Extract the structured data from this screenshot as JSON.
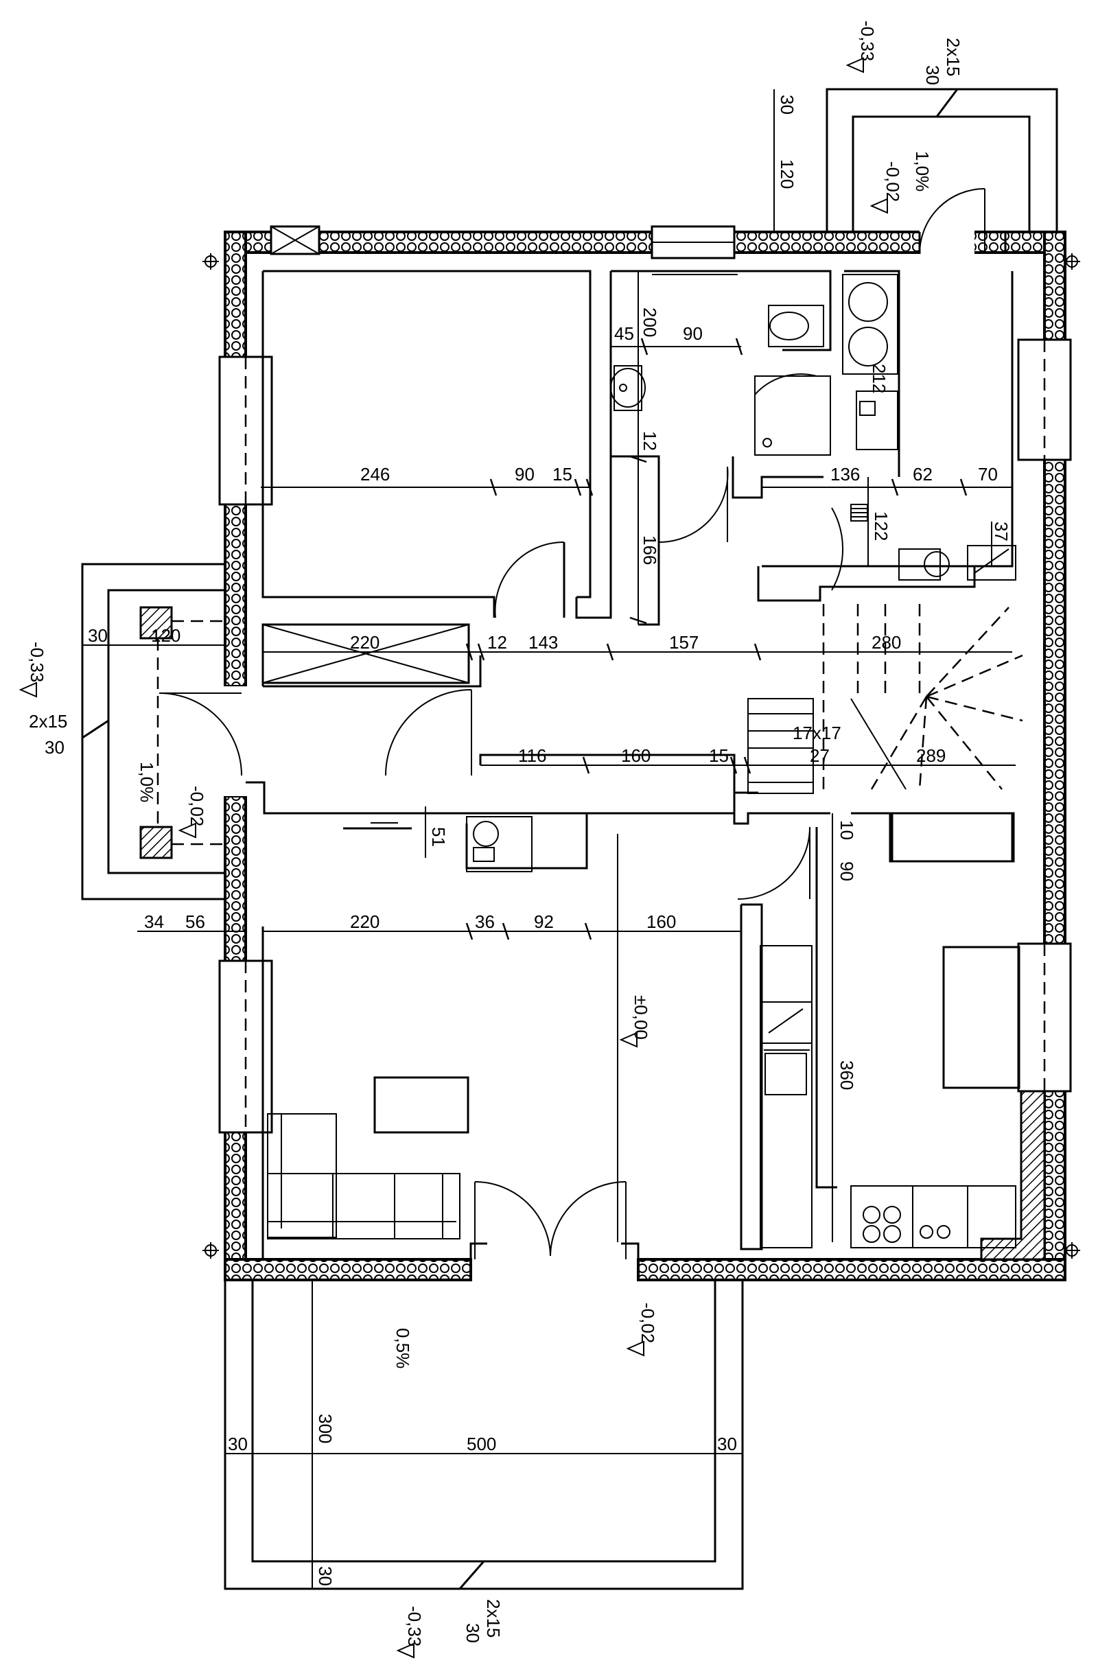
{
  "dimensions": {
    "bedroom_h": [
      "246",
      "90",
      "15"
    ],
    "bath_h": [
      "45",
      "90"
    ],
    "bath_v": [
      "200",
      "12",
      "166"
    ],
    "utility_h": [
      "136",
      "62",
      "70"
    ],
    "utility_v": [
      "212",
      "122",
      "37"
    ],
    "hall_h": [
      "220",
      "12",
      "143",
      "157",
      "280"
    ],
    "hall_lower_h": [
      "116",
      "160",
      "15",
      "289"
    ],
    "stairs": [
      "17x17",
      "27"
    ],
    "lower_h": [
      "220",
      "36",
      "92",
      "160"
    ],
    "lower_v": [
      "10",
      "90",
      "360",
      "51"
    ],
    "entrance_h": [
      "30",
      "120"
    ],
    "entrance_lower_h": [
      "34",
      "56"
    ],
    "terrace_h": [
      "30",
      "500",
      "30"
    ],
    "terrace_v": [
      "300",
      "30"
    ],
    "back_v": [
      "30",
      "120"
    ]
  },
  "levels": {
    "top": "-0,33",
    "top_back": "-0,02",
    "left": "-0,33",
    "left_entry": "-0,02",
    "main": "±0,00",
    "terrace": "-0,02",
    "bottom": "-0,33"
  },
  "slopes": {
    "back": "1,0%",
    "entrance": "1,0%",
    "terrace": "0,5%"
  },
  "steps": {
    "top": [
      "2x15",
      "30"
    ],
    "left": [
      "2x15",
      "30"
    ],
    "bottom": [
      "2x15",
      "30"
    ]
  }
}
